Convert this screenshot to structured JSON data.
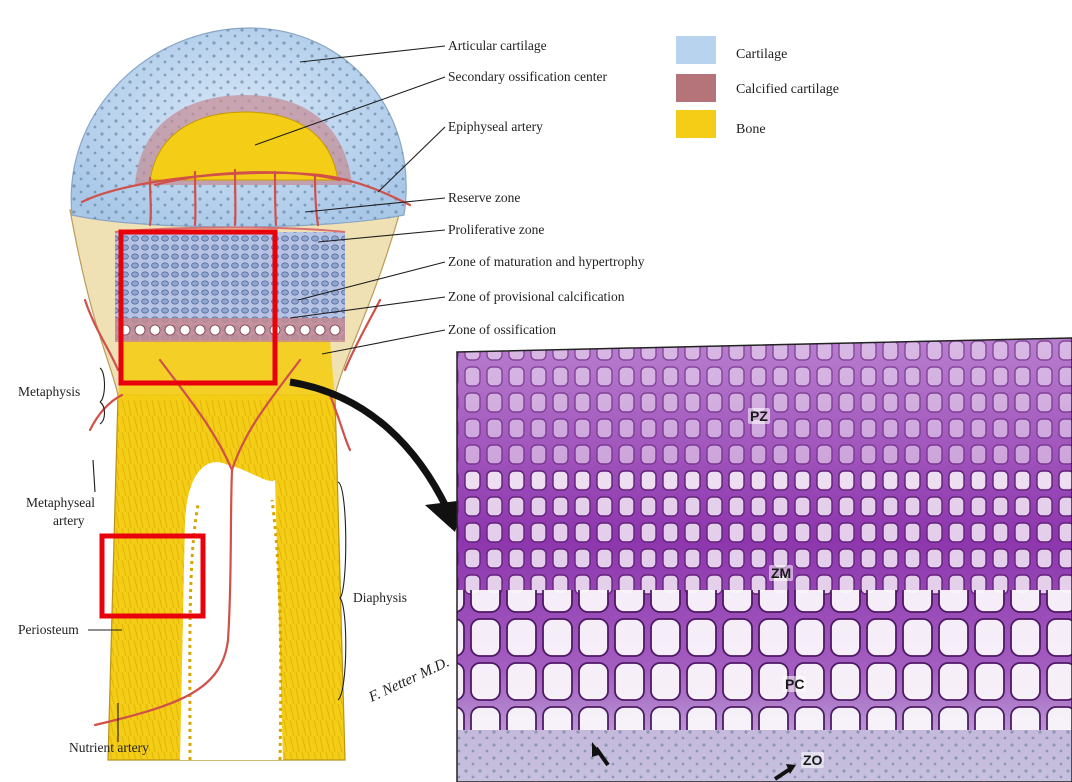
{
  "legend": {
    "items": [
      {
        "label": "Cartilage",
        "color": "#b7d3ee"
      },
      {
        "label": "Calcified cartilage",
        "color": "#b5737a"
      },
      {
        "label": "Bone",
        "color": "#f4cd16"
      }
    ]
  },
  "labels": {
    "articular_cartilage": "Articular cartilage",
    "secondary_ossification": "Secondary ossification center",
    "epiphyseal_artery": "Epiphyseal artery",
    "reserve_zone": "Reserve  zone",
    "proliferative_zone": "Proliferative  zone",
    "maturation_zone": "Zone of maturation and hypertrophy",
    "provisional_calcification": "Zone of provisional calcification",
    "ossification_zone": "Zone of ossification",
    "metaphysis": "Metaphysis",
    "metaphyseal_artery_1": "Metaphyseal",
    "metaphyseal_artery_2": "artery",
    "periosteum": "Periosteum",
    "diaphysis": "Diaphysis",
    "nutrient_artery": "Nutrient artery",
    "signature": "F. Netter M.D."
  },
  "micrograph": {
    "pz": "PZ",
    "zm": "ZM",
    "pc": "PC",
    "zo": "ZO"
  },
  "colors": {
    "highlight_box": "#e8000b",
    "artery": "#d0504a",
    "bone": "#f4cd16",
    "cartilage": "#b7d3ee",
    "stain": "#9c3fb8"
  }
}
